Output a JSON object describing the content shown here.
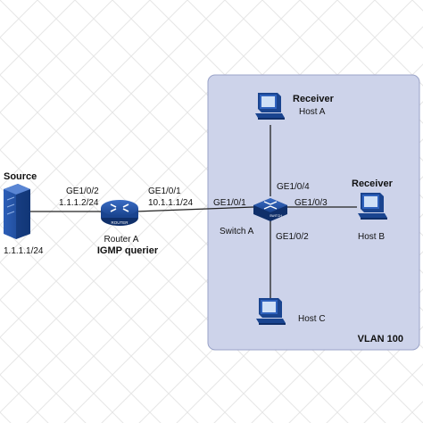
{
  "vlan": {
    "label": "VLAN 100",
    "fill": "#cdd3ea",
    "stroke": "#9aa3c8"
  },
  "colors": {
    "link": "#222222",
    "device_blue": "#1f4ea8",
    "device_dark": "#143a7f"
  },
  "source": {
    "title": "Source",
    "ip": "1.1.1.1/24",
    "icon": "server-icon"
  },
  "router": {
    "name": "Router A",
    "role": "IGMP querier",
    "badge": "ROUTER",
    "icon": "router-icon",
    "left_port": "GE1/0/2",
    "left_ip": "1.1.1.2/24",
    "right_port": "GE1/0/1",
    "right_ip": "10.1.1.1/24"
  },
  "switch": {
    "name": "Switch A",
    "badge": "SWITCH",
    "icon": "switch-icon",
    "port_left": "GE1/0/1",
    "port_top": "GE1/0/4",
    "port_right": "GE1/0/3",
    "port_bottom": "GE1/0/2"
  },
  "host_a": {
    "role": "Receiver",
    "name": "Host A",
    "icon": "pc-icon"
  },
  "host_b": {
    "role": "Receiver",
    "name": "Host B",
    "icon": "pc-icon"
  },
  "host_c": {
    "name": "Host C",
    "icon": "pc-icon"
  }
}
